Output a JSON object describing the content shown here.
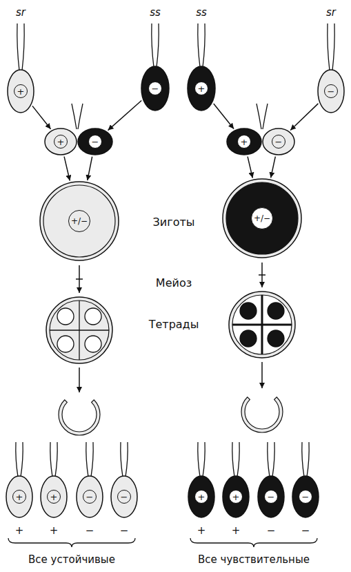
{
  "diagram": {
    "nodes": [
      {
        "text": [
          "sr",
          "+"
        ]
      },
      {
        "text": [
          "ss",
          "−"
        ]
      },
      {
        "text": [
          "ss",
          "+"
        ]
      },
      {
        "text": [
          "sr",
          "−"
        ]
      },
      {
        "text": [
          "+"
        ]
      },
      {
        "text": [
          "−"
        ]
      },
      {
        "text": [
          "+"
        ]
      },
      {
        "text": [
          "−"
        ]
      },
      {
        "text": [
          "+/−"
        ]
      },
      {
        "text": [
          "+/−"
        ]
      },
      {
        "text": [
          "+"
        ]
      },
      {
        "text": [
          "+"
        ]
      },
      {
        "text": [
          "−"
        ]
      },
      {
        "text": [
          "−"
        ]
      },
      {
        "text": [
          "+"
        ]
      },
      {
        "text": [
          "+"
        ]
      },
      {
        "text": [
          "−"
        ]
      },
      {
        "text": [
          "−"
        ]
      }
    ],
    "edges": [
      {
        "from": 0,
        "to": 4,
        "arrow": "to"
      },
      {
        "from": 1,
        "to": 5,
        "arrow": "to"
      },
      {
        "from": 2,
        "to": 6,
        "arrow": "to"
      },
      {
        "from": 3,
        "to": 7,
        "arrow": "to"
      },
      {
        "from": 4,
        "to": 8,
        "arrow": "to"
      },
      {
        "from": 5,
        "to": 8,
        "arrow": "to"
      },
      {
        "from": 6,
        "to": 9,
        "arrow": "to"
      },
      {
        "from": 7,
        "to": 9,
        "arrow": "to"
      }
    ],
    "labels": [
      "Зиготы",
      "Мейоз",
      "Тетрады",
      "+",
      "+",
      "−",
      "−",
      "+",
      "+",
      "−",
      "−",
      "Все устойчивые",
      "Все чувствительные"
    ]
  }
}
